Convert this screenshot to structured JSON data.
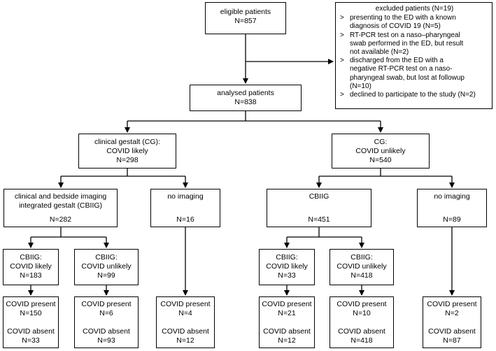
{
  "eligible": {
    "title": "eligible patients",
    "n": "N=857"
  },
  "excluded": {
    "title": "excluded patients (N=19)",
    "marker": ">",
    "items": [
      [
        "presenting to the ED with a known",
        "diagnosis of COVID 19 (N=5)"
      ],
      [
        "RT-PCR test on a naso–pharyngeal",
        "swab performed in the ED, but result",
        "not available (N=2)"
      ],
      [
        "discharged from the ED with a",
        "negative RT-PCR test on a naso-",
        "pharyngeal swab, but lost at followup",
        "(N=10)"
      ],
      [
        "declined to participate to the study (N=2)"
      ]
    ]
  },
  "analysed": {
    "title": "analysed patients",
    "n": "N=838"
  },
  "cg_likely": {
    "lines": [
      "clinical gestalt (CG):",
      "COVID likely"
    ],
    "n": "N=298"
  },
  "cg_unlikely": {
    "lines": [
      "CG:",
      "COVID unlikely"
    ],
    "n": "N=540"
  },
  "cbiig_left": {
    "lines": [
      "clinical and bedside imaging",
      "integrated gestalt (CBIIG)"
    ],
    "n": "N=282"
  },
  "noimg_left": {
    "title": "no imaging",
    "n": "N=16"
  },
  "cbiig_right": {
    "title": "CBIIG",
    "n": "N=451"
  },
  "noimg_right": {
    "title": "no imaging",
    "n": "N=89"
  },
  "l3": [
    {
      "a": "CBIIG:",
      "b": "COVID likely",
      "n": "N=183"
    },
    {
      "a": "CBIIG:",
      "b": "COVID unlikely",
      "n": "N=99"
    },
    {
      "a": "CBIIG:",
      "b": "COVID likely",
      "n": "N=33"
    },
    {
      "a": "CBIIG:",
      "b": "COVID unlikely",
      "n": "N=418"
    }
  ],
  "outcomes": [
    {
      "present": "COVID present",
      "pn": "N=150",
      "absent": "COVID absent",
      "an": "N=33"
    },
    {
      "present": "COVID present",
      "pn": "N=6",
      "absent": "COVID absent",
      "an": "N=93"
    },
    {
      "present": "COVID present",
      "pn": "N=4",
      "absent": "COVID absent",
      "an": "N=12"
    },
    {
      "present": "COVID present",
      "pn": "N=21",
      "absent": "COVID absent",
      "an": "N=12"
    },
    {
      "present": "COVID present",
      "pn": "N=10",
      "absent": "COVID absent",
      "an": "N=418"
    },
    {
      "present": "COVID present",
      "pn": "N=2",
      "absent": "COVID absent",
      "an": "N=87"
    }
  ]
}
